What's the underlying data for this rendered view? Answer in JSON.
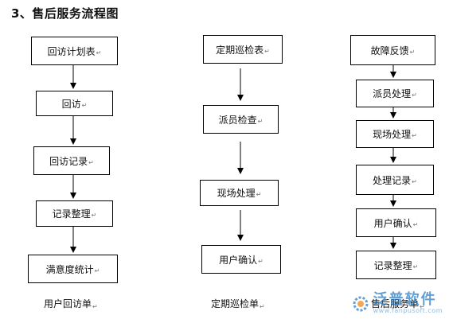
{
  "title": "3、售后服务流程图",
  "paragraph_mark": "↵",
  "columns": [
    {
      "label": "用户回访单",
      "steps": [
        "回访计划表",
        "回访",
        "回访记录",
        "记录整理",
        "满意度统计"
      ]
    },
    {
      "label": "定期巡检单",
      "steps": [
        "定期巡检表",
        "派员检查",
        "现场处理",
        "用户确认"
      ]
    },
    {
      "label": "售后服务单",
      "steps": [
        "故障反馈",
        "派员处理",
        "现场处理",
        "处理记录",
        "用户确认",
        "记录整理"
      ]
    }
  ],
  "watermark": {
    "text": "泛普软件",
    "subtext": "www.fanpusoft.com",
    "icon": "gear-logo-icon"
  }
}
